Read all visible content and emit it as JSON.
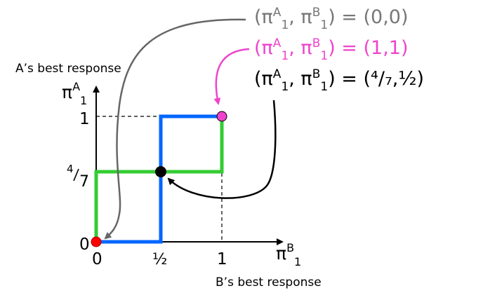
{
  "equations": [
    {
      "text_pi": "(π",
      "sup1": "A",
      "sub1": "1",
      "mid": ", π",
      "sup2": "B",
      "sub2": "1",
      "rhs": ") = (0,0)",
      "color": "#777777"
    },
    {
      "text_pi": "(π",
      "sup1": "A",
      "sub1": "1",
      "mid": ", π",
      "sup2": "B",
      "sub2": "1",
      "rhs": ") = (1,1)",
      "color": "#ee44cc"
    },
    {
      "text_pi": "(π",
      "sup1": "A",
      "sub1": "1",
      "mid": ", π",
      "sup2": "B",
      "sub2": "1",
      "rhs": ") = (⁴/₇,½)",
      "color": "#000000"
    }
  ],
  "axes": {
    "y_title": "A’s best response",
    "x_title": "B’s best response",
    "y_symbol": "π",
    "y_sup": "A",
    "y_sub": "1",
    "x_symbol": "π",
    "x_sup": "B",
    "x_sub": "1",
    "y_ticks": {
      "one": "1",
      "four": "4",
      "seven": "7",
      "zero": "0"
    },
    "x_ticks": {
      "zero": "0",
      "half": "½",
      "one": "1"
    }
  },
  "colors": {
    "a_response": "#33cc33",
    "b_response": "#0066ff",
    "nash_00": "#ff0000",
    "nash_11": "#ee44cc",
    "nash_mixed": "#000000",
    "arrow_gray": "#666666"
  }
}
